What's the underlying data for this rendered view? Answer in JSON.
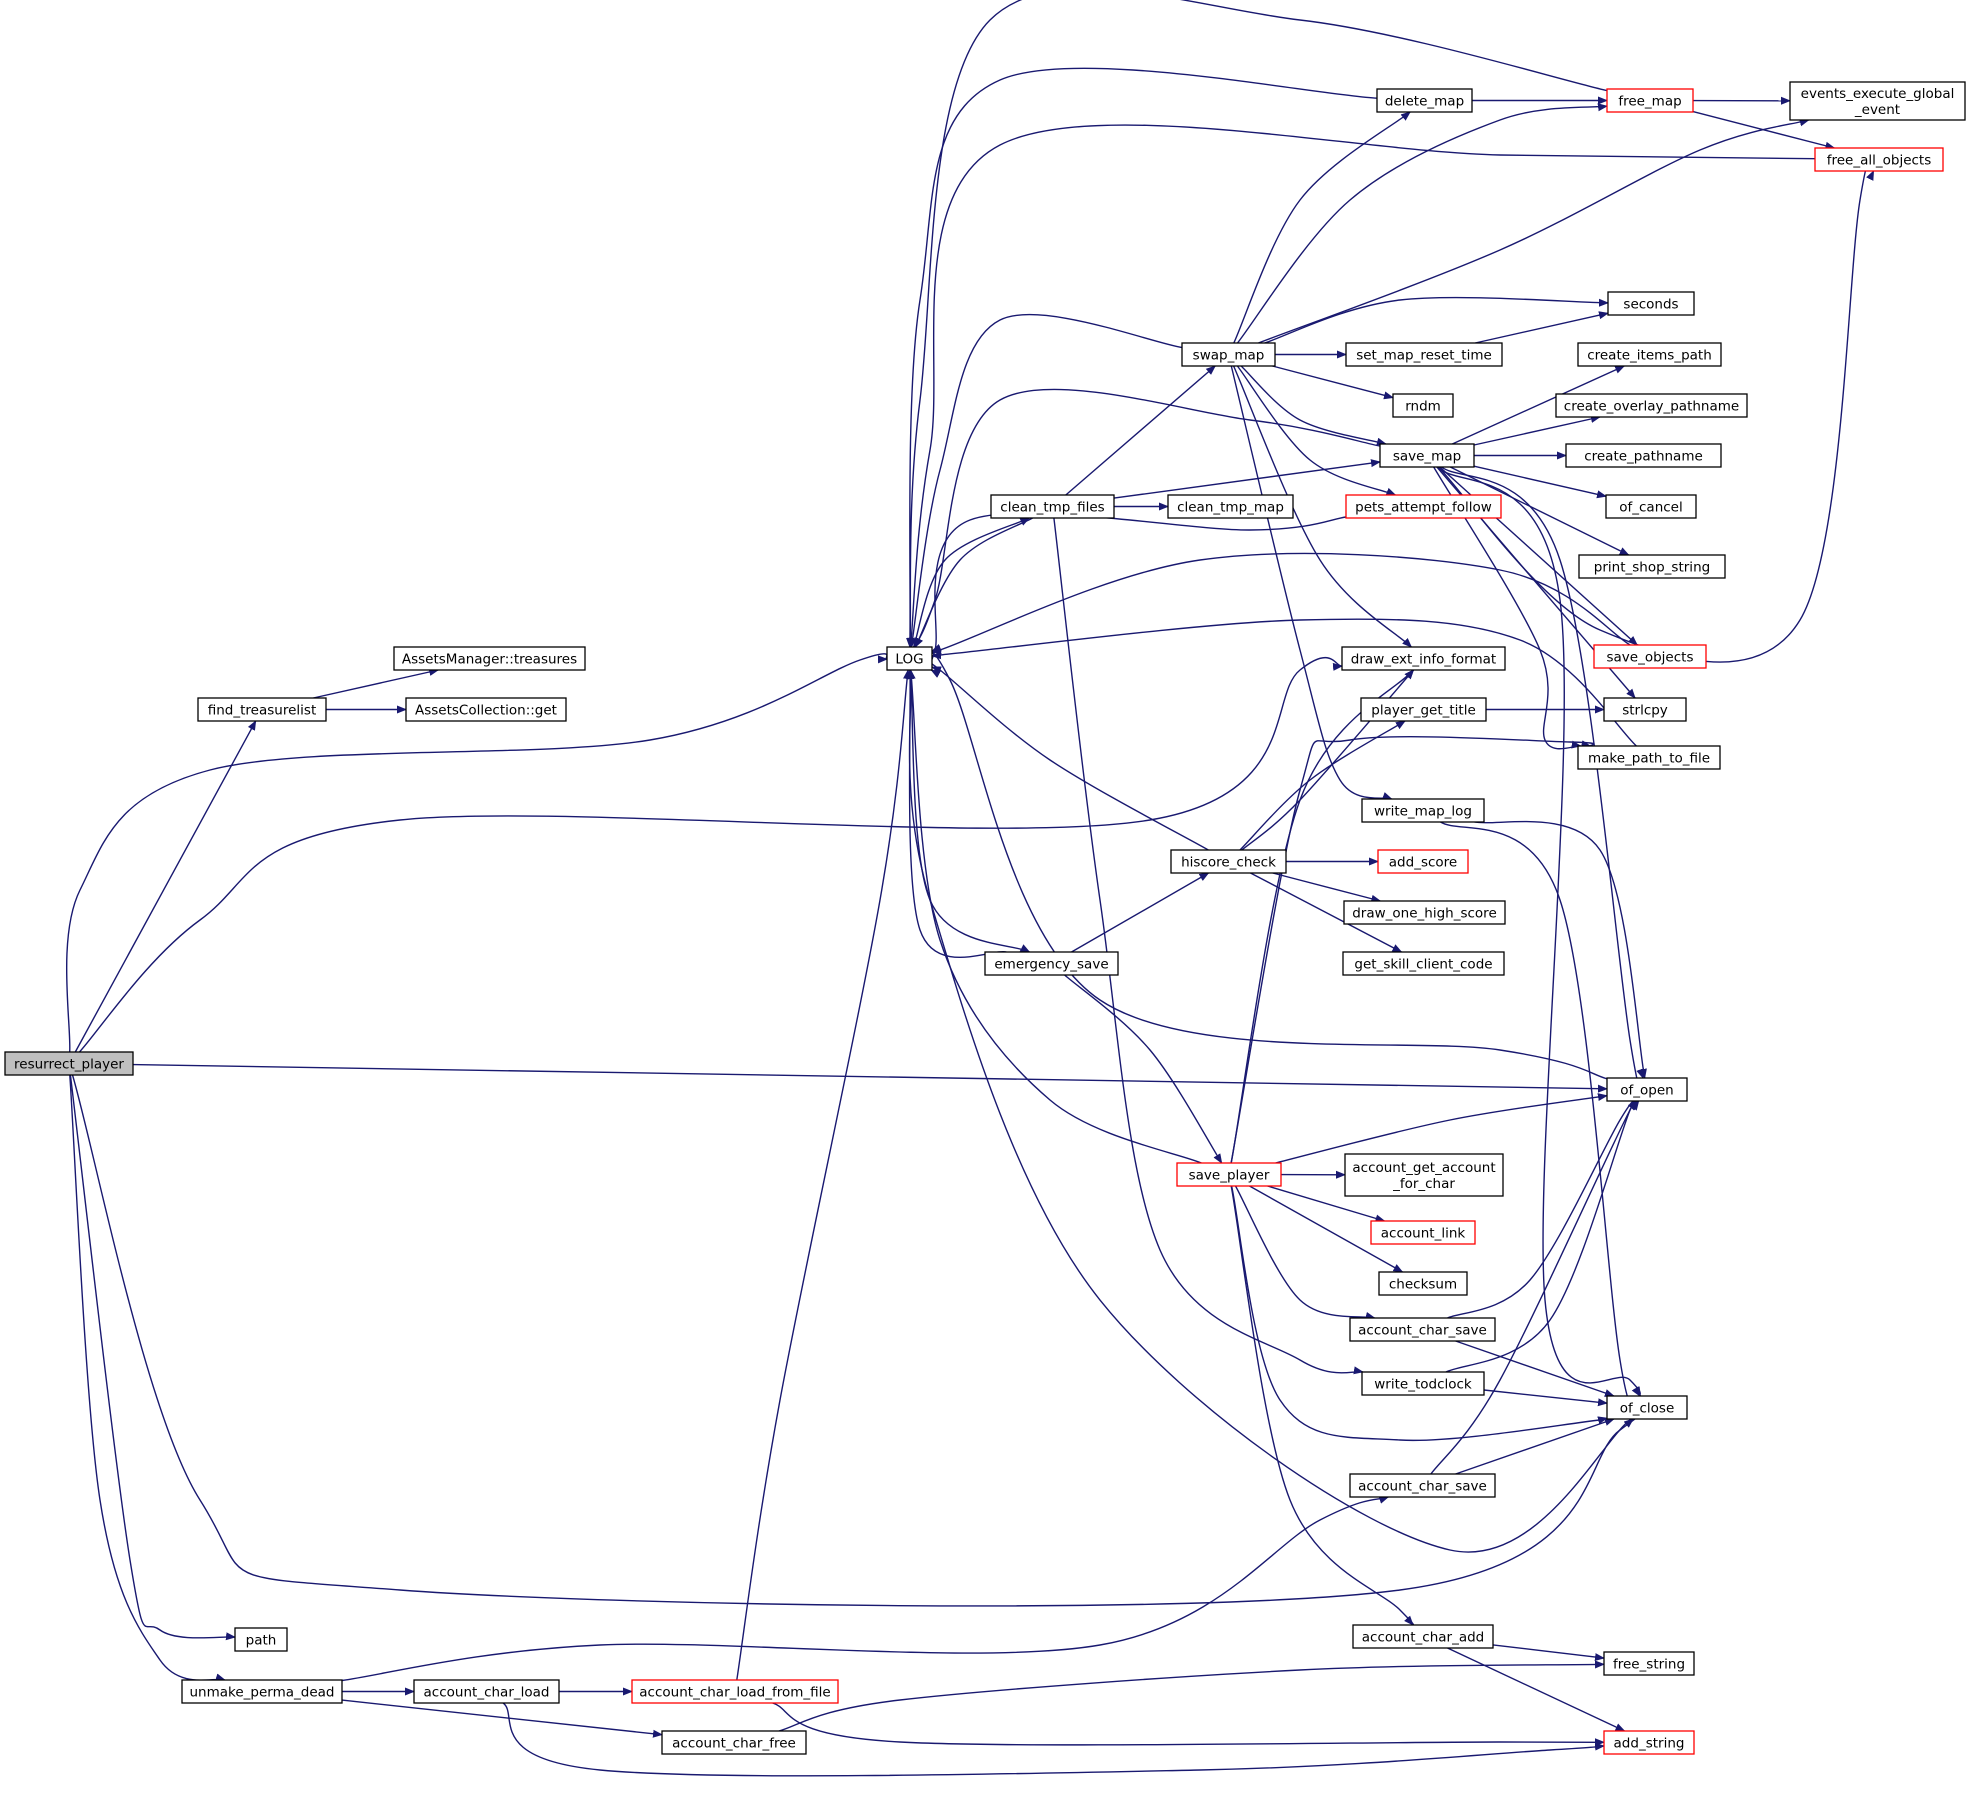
{
  "colors": {
    "edge": "#191970",
    "node_border": "#000000",
    "node_border_highlight": "#ff0000",
    "root_fill": "#bfbfbf",
    "node_fill": "#ffffff"
  },
  "nodes": [
    {
      "id": "resurrect_player",
      "lines": [
        "resurrect_player"
      ],
      "style": "root"
    },
    {
      "id": "find_treasurelist",
      "lines": [
        "find_treasurelist"
      ],
      "style": "normal"
    },
    {
      "id": "assetsmanager_treasures",
      "lines": [
        "AssetsManager::treasures"
      ],
      "style": "normal"
    },
    {
      "id": "assetscollection_get",
      "lines": [
        "AssetsCollection::get"
      ],
      "style": "normal"
    },
    {
      "id": "log",
      "lines": [
        "LOG"
      ],
      "style": "normal"
    },
    {
      "id": "path",
      "lines": [
        "path"
      ],
      "style": "normal"
    },
    {
      "id": "unmake_perma_dead",
      "lines": [
        "unmake_perma_dead"
      ],
      "style": "normal"
    },
    {
      "id": "account_char_load",
      "lines": [
        "account_char_load"
      ],
      "style": "normal"
    },
    {
      "id": "account_char_load_from_file",
      "lines": [
        "account_char_load_from_file"
      ],
      "style": "red"
    },
    {
      "id": "account_char_free",
      "lines": [
        "account_char_free"
      ],
      "style": "normal"
    },
    {
      "id": "clean_tmp_files",
      "lines": [
        "clean_tmp_files"
      ],
      "style": "normal"
    },
    {
      "id": "clean_tmp_map",
      "lines": [
        "clean_tmp_map"
      ],
      "style": "normal"
    },
    {
      "id": "emergency_save",
      "lines": [
        "emergency_save"
      ],
      "style": "normal"
    },
    {
      "id": "swap_map",
      "lines": [
        "swap_map"
      ],
      "style": "normal"
    },
    {
      "id": "hiscore_check",
      "lines": [
        "hiscore_check"
      ],
      "style": "normal"
    },
    {
      "id": "save_player",
      "lines": [
        "save_player"
      ],
      "style": "red"
    },
    {
      "id": "delete_map",
      "lines": [
        "delete_map"
      ],
      "style": "normal"
    },
    {
      "id": "set_map_reset_time",
      "lines": [
        "set_map_reset_time"
      ],
      "style": "normal"
    },
    {
      "id": "rndm",
      "lines": [
        "rndm"
      ],
      "style": "normal"
    },
    {
      "id": "save_map",
      "lines": [
        "save_map"
      ],
      "style": "normal"
    },
    {
      "id": "pets_attempt_follow",
      "lines": [
        "pets_attempt_follow"
      ],
      "style": "red"
    },
    {
      "id": "draw_ext_info_format",
      "lines": [
        "draw_ext_info_format"
      ],
      "style": "normal"
    },
    {
      "id": "player_get_title",
      "lines": [
        "player_get_title"
      ],
      "style": "normal"
    },
    {
      "id": "write_map_log",
      "lines": [
        "write_map_log"
      ],
      "style": "normal"
    },
    {
      "id": "add_score",
      "lines": [
        "add_score"
      ],
      "style": "red"
    },
    {
      "id": "draw_one_high_score",
      "lines": [
        "draw_one_high_score"
      ],
      "style": "normal"
    },
    {
      "id": "get_skill_client_code",
      "lines": [
        "get_skill_client_code"
      ],
      "style": "normal"
    },
    {
      "id": "account_get_account_for_char",
      "lines": [
        "account_get_account",
        "_for_char"
      ],
      "style": "normal"
    },
    {
      "id": "account_link",
      "lines": [
        "account_link"
      ],
      "style": "red"
    },
    {
      "id": "checksum",
      "lines": [
        "checksum"
      ],
      "style": "normal"
    },
    {
      "id": "account_char_save_1",
      "lines": [
        "account_char_save"
      ],
      "style": "normal"
    },
    {
      "id": "write_todclock",
      "lines": [
        "write_todclock"
      ],
      "style": "normal"
    },
    {
      "id": "account_char_save_2",
      "lines": [
        "account_char_save"
      ],
      "style": "normal"
    },
    {
      "id": "account_char_add",
      "lines": [
        "account_char_add"
      ],
      "style": "normal"
    },
    {
      "id": "free_map",
      "lines": [
        "free_map"
      ],
      "style": "red"
    },
    {
      "id": "events_execute_global_event",
      "lines": [
        "events_execute_global",
        "_event"
      ],
      "style": "normal"
    },
    {
      "id": "free_all_objects",
      "lines": [
        "free_all_objects"
      ],
      "style": "red"
    },
    {
      "id": "seconds",
      "lines": [
        "seconds"
      ],
      "style": "normal"
    },
    {
      "id": "create_items_path",
      "lines": [
        "create_items_path"
      ],
      "style": "normal"
    },
    {
      "id": "create_overlay_pathname",
      "lines": [
        "create_overlay_pathname"
      ],
      "style": "normal"
    },
    {
      "id": "create_pathname",
      "lines": [
        "create_pathname"
      ],
      "style": "normal"
    },
    {
      "id": "of_cancel",
      "lines": [
        "of_cancel"
      ],
      "style": "normal"
    },
    {
      "id": "print_shop_string",
      "lines": [
        "print_shop_string"
      ],
      "style": "normal"
    },
    {
      "id": "save_objects",
      "lines": [
        "save_objects"
      ],
      "style": "red"
    },
    {
      "id": "strlcpy",
      "lines": [
        "strlcpy"
      ],
      "style": "normal"
    },
    {
      "id": "make_path_to_file",
      "lines": [
        "make_path_to_file"
      ],
      "style": "normal"
    },
    {
      "id": "of_open",
      "lines": [
        "of_open"
      ],
      "style": "normal"
    },
    {
      "id": "of_close",
      "lines": [
        "of_close"
      ],
      "style": "normal"
    },
    {
      "id": "free_string",
      "lines": [
        "free_string"
      ],
      "style": "normal"
    },
    {
      "id": "add_string",
      "lines": [
        "add_string"
      ],
      "style": "red"
    }
  ],
  "edges": [
    [
      "resurrect_player",
      "find_treasurelist"
    ],
    [
      "resurrect_player",
      "log"
    ],
    [
      "resurrect_player",
      "draw_ext_info_format"
    ],
    [
      "resurrect_player",
      "of_open"
    ],
    [
      "resurrect_player",
      "of_close"
    ],
    [
      "resurrect_player",
      "path"
    ],
    [
      "resurrect_player",
      "unmake_perma_dead"
    ],
    [
      "find_treasurelist",
      "assetsmanager_treasures"
    ],
    [
      "find_treasurelist",
      "assetscollection_get"
    ],
    [
      "unmake_perma_dead",
      "account_char_load"
    ],
    [
      "unmake_perma_dead",
      "account_char_free"
    ],
    [
      "unmake_perma_dead",
      "account_char_save_2"
    ],
    [
      "account_char_load",
      "account_char_load_from_file"
    ],
    [
      "account_char_load",
      "add_string"
    ],
    [
      "account_char_load_from_file",
      "log"
    ],
    [
      "account_char_load_from_file",
      "add_string"
    ],
    [
      "account_char_free",
      "free_string"
    ],
    [
      "log",
      "clean_tmp_files"
    ],
    [
      "log",
      "emergency_save"
    ],
    [
      "clean_tmp_files",
      "log"
    ],
    [
      "clean_tmp_files",
      "swap_map"
    ],
    [
      "clean_tmp_files",
      "clean_tmp_map"
    ],
    [
      "clean_tmp_files",
      "save_map"
    ],
    [
      "clean_tmp_files",
      "write_todclock"
    ],
    [
      "emergency_save",
      "log"
    ],
    [
      "emergency_save",
      "hiscore_check"
    ],
    [
      "emergency_save",
      "save_player"
    ],
    [
      "swap_map",
      "log"
    ],
    [
      "swap_map",
      "delete_map"
    ],
    [
      "swap_map",
      "free_map"
    ],
    [
      "swap_map",
      "events_execute_global_event"
    ],
    [
      "swap_map",
      "seconds"
    ],
    [
      "swap_map",
      "set_map_reset_time"
    ],
    [
      "swap_map",
      "rndm"
    ],
    [
      "swap_map",
      "save_map"
    ],
    [
      "swap_map",
      "pets_attempt_follow"
    ],
    [
      "swap_map",
      "draw_ext_info_format"
    ],
    [
      "swap_map",
      "write_map_log"
    ],
    [
      "delete_map",
      "log"
    ],
    [
      "delete_map",
      "free_map"
    ],
    [
      "free_map",
      "log"
    ],
    [
      "free_map",
      "events_execute_global_event"
    ],
    [
      "free_map",
      "free_all_objects"
    ],
    [
      "free_all_objects",
      "log"
    ],
    [
      "set_map_reset_time",
      "seconds"
    ],
    [
      "save_map",
      "log"
    ],
    [
      "save_map",
      "create_items_path"
    ],
    [
      "save_map",
      "create_overlay_pathname"
    ],
    [
      "save_map",
      "create_pathname"
    ],
    [
      "save_map",
      "of_cancel"
    ],
    [
      "save_map",
      "print_shop_string"
    ],
    [
      "save_map",
      "save_objects"
    ],
    [
      "save_map",
      "strlcpy"
    ],
    [
      "save_map",
      "make_path_to_file"
    ],
    [
      "save_map",
      "of_open"
    ],
    [
      "save_map",
      "of_close"
    ],
    [
      "save_map",
      "free_all_objects"
    ],
    [
      "pets_attempt_follow",
      "log"
    ],
    [
      "save_objects",
      "log"
    ],
    [
      "make_path_to_file",
      "log"
    ],
    [
      "write_map_log",
      "of_open"
    ],
    [
      "write_map_log",
      "of_close"
    ],
    [
      "hiscore_check",
      "log"
    ],
    [
      "hiscore_check",
      "draw_ext_info_format"
    ],
    [
      "hiscore_check",
      "player_get_title"
    ],
    [
      "hiscore_check",
      "add_score"
    ],
    [
      "hiscore_check",
      "draw_one_high_score"
    ],
    [
      "hiscore_check",
      "get_skill_client_code"
    ],
    [
      "player_get_title",
      "strlcpy"
    ],
    [
      "save_player",
      "log"
    ],
    [
      "save_player",
      "draw_ext_info_format"
    ],
    [
      "save_player",
      "make_path_to_file"
    ],
    [
      "save_player",
      "of_open"
    ],
    [
      "save_player",
      "account_get_account_for_char"
    ],
    [
      "save_player",
      "account_link"
    ],
    [
      "save_player",
      "checksum"
    ],
    [
      "save_player",
      "account_char_save_1"
    ],
    [
      "save_player",
      "of_close"
    ],
    [
      "save_player",
      "account_char_add"
    ],
    [
      "of_open",
      "log"
    ],
    [
      "of_close",
      "log"
    ],
    [
      "account_char_save_1",
      "of_open"
    ],
    [
      "account_char_save_1",
      "of_close"
    ],
    [
      "write_todclock",
      "of_open"
    ],
    [
      "write_todclock",
      "of_close"
    ],
    [
      "account_char_save_2",
      "of_open"
    ],
    [
      "account_char_save_2",
      "of_close"
    ],
    [
      "account_char_add",
      "free_string"
    ],
    [
      "account_char_add",
      "add_string"
    ]
  ]
}
